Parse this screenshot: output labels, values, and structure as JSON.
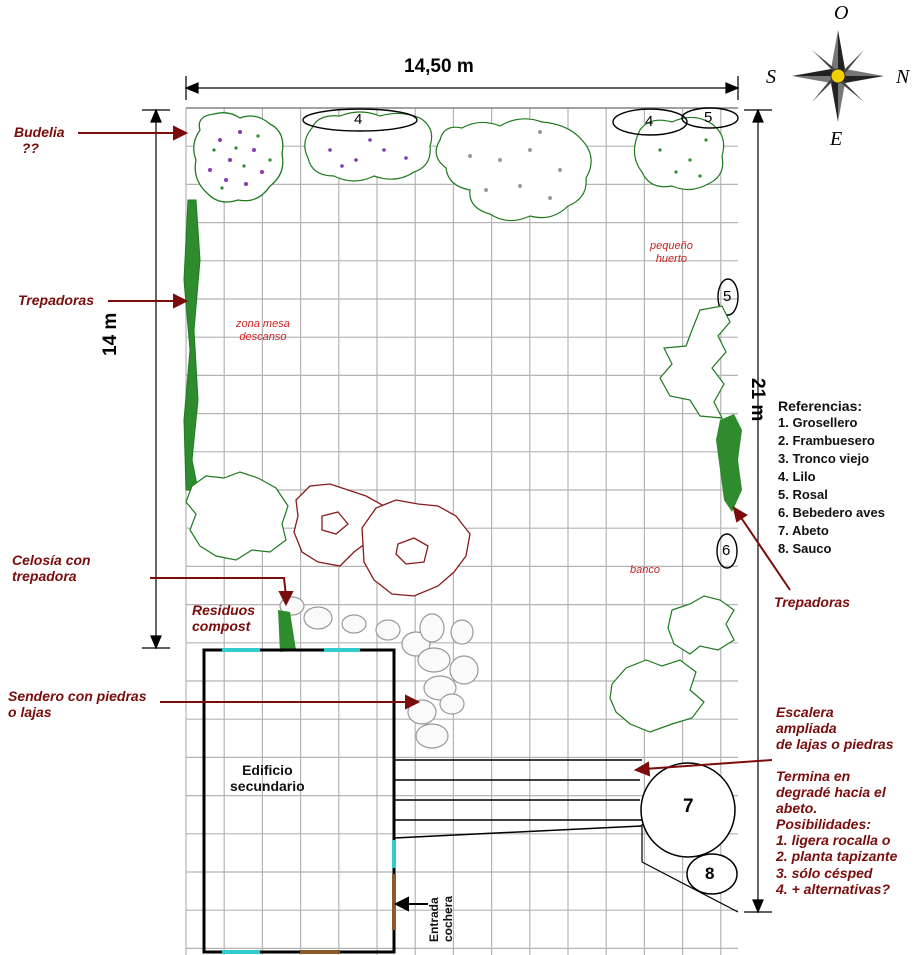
{
  "dimensions": {
    "width": "14,50 m",
    "height_left": "14 m",
    "height_right": "21 m"
  },
  "compass": {
    "top": "O",
    "left": "S",
    "right": "N",
    "bottom": "E"
  },
  "labels": {
    "budelia": "Budelia\n  ??",
    "trepadoras_left": "Trepadoras",
    "celosia": "Celosía con\ntrepadora",
    "residuos": "Residuos\ncompost",
    "sendero": "Sendero con piedras\no lajas",
    "trepadoras_right": "Trepadoras",
    "escalera": "Escalera\nampliada\nde lajas o piedras",
    "termina": "Termina en\ndegradé hacia el\nabeto.\nPosibilidades:\n1. ligera rocalla o\n2. planta tapizante\n3. sólo césped\n4. + alternativas?"
  },
  "zones": {
    "mesa": "zona mesa\ndescanso",
    "huerto": "pequeño\nhuerto",
    "banco": "banco"
  },
  "building": {
    "name": "Edificio\nsecundario",
    "entrance": "Entrada\ncochera"
  },
  "references": {
    "title": "Referencias:",
    "items": [
      "1. Grosellero",
      "2. Frambuesero",
      "3. Tronco viejo",
      "4. Lilo",
      "5. Rosal",
      "6. Bebedero aves",
      "7. Abeto",
      "8. Sauco"
    ]
  },
  "markers": {
    "lilo_1": "4",
    "lilo_2": "4",
    "rosal_top": "5",
    "rosal_right": "5",
    "bebedero": "6",
    "abeto": "7",
    "sauco": "8"
  },
  "colors": {
    "grid": "#b4b4b4",
    "shrub": "#1e7a1e",
    "tree": "#8a1a1a",
    "label_dark_red": "#7a0c0c",
    "label_red": "#cc2020",
    "window": "#33cccc"
  }
}
